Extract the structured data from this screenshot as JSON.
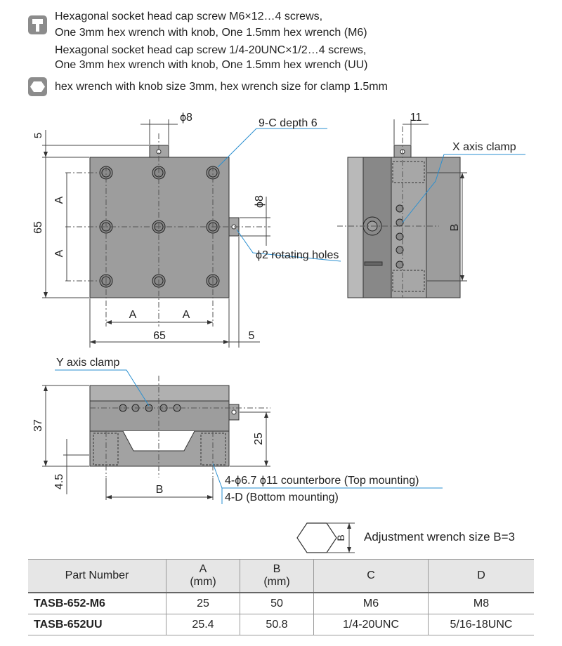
{
  "accessories": {
    "screw_line1": "Hexagonal socket head cap screw M6×12…4 screws,",
    "screw_line2": "One 3mm hex wrench with knob, One 1.5mm hex wrench (M6)",
    "screw_line3": "Hexagonal socket head cap screw 1/4-20UNC×1/2…4 screws,",
    "screw_line4": "One 3mm hex wrench with knob, One 1.5mm hex wrench (UU)",
    "wrench_line": "hex wrench with knob size 3mm, hex wrench size for clamp 1.5mm",
    "screw_icon": "screw-icon",
    "hex_icon": "hex-wrench-icon"
  },
  "drawing": {
    "top_view": {
      "dim_5": "5",
      "dim_phi8": "ϕ8",
      "hole_note": "9-C depth 6",
      "dim_A_left_upper": "A",
      "dim_A_left_lower": "A",
      "dim_65_left": "65",
      "dim_phi8_side": "ϕ8",
      "rotating_note": "ϕ2 rotating holes",
      "dim_A_bottom_left": "A",
      "dim_A_bottom_right": "A",
      "dim_65_bottom": "65",
      "dim_5_bottom": "5"
    },
    "side_view": {
      "dim_11": "11",
      "x_clamp": "X axis clamp",
      "dim_B": "B"
    },
    "front_view": {
      "y_clamp": "Y axis clamp",
      "dim_37": "37",
      "dim_25": "25",
      "dim_4_5": "4.5",
      "dim_B": "B",
      "counterbore_note": "4-ϕ6.7 ϕ11 counterbore (Top mounting)",
      "bottom_note": "4-D (Bottom mounting)"
    },
    "wrench_hex": {
      "dim_B": "B",
      "adjustment_note": "Adjustment wrench size B=3"
    }
  },
  "table": {
    "headers": [
      "Part Number",
      "A\n(mm)",
      "B\n(mm)",
      "C",
      "D"
    ],
    "header_main": [
      "Part Number",
      "A",
      "B",
      "C",
      "D"
    ],
    "header_unit": [
      "",
      "(mm)",
      "(mm)",
      "",
      ""
    ],
    "rows": [
      [
        "TASB-652-M6",
        "25",
        "50",
        "M6",
        "M8"
      ],
      [
        "TASB-652UU",
        "25.4",
        "50.8",
        "1/4-20UNC",
        "5/16-18UNC"
      ]
    ]
  },
  "colors": {
    "leader": "#2a8fd0",
    "fill_part": "#9d9d9d",
    "fill_dark": "#6f6f6f",
    "icon": "#8c8c8c"
  }
}
